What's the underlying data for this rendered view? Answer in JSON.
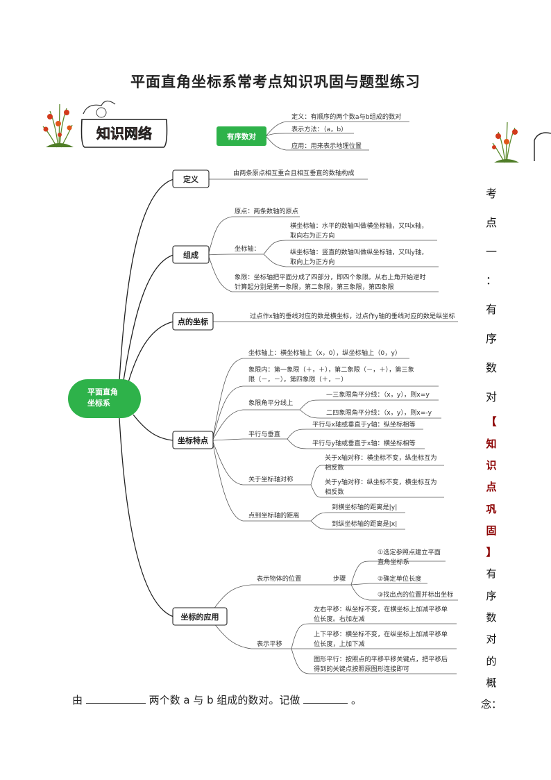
{
  "page_title": "平面直角坐标系常考点知识巩固与题型练习",
  "badge": {
    "label": "知识网络"
  },
  "mindmap": {
    "center": [
      "平面直角",
      "坐标系"
    ],
    "top": {
      "label": "有序数对",
      "items": [
        "定义：有顺序的两个数a与b组成的数对",
        "表示方法：（a，b）",
        "应用：用来表示地理位置"
      ]
    },
    "definition": {
      "label": "定义",
      "text": "由两条原点相互重合且相互垂直的数轴构成"
    },
    "composition": {
      "label": "组成",
      "origin": "原点：两条数轴的原点",
      "axis_label": "坐标轴：",
      "x_axis": [
        "横坐标轴：水平的数轴叫做横坐标轴，又叫x轴，",
        "取向右为正方向"
      ],
      "y_axis": [
        "纵坐标轴：竖直的数轴叫做纵坐标轴，又叫y轴，",
        "取向上为正方向"
      ],
      "quadrant": [
        "象限：坐标轴把平面分成了四部分，即四个象限。从右上角开始逆时",
        "针算起分别是第一象限，第二象限，第三象限，第四象限"
      ]
    },
    "point_coord": {
      "label": "点的坐标",
      "text": "过点作x轴的垂线对应的数是横坐标，过点作y轴的垂线对应的数是纵坐标"
    },
    "features": {
      "label": "坐标特点",
      "on_axis": "坐标轴上：横坐标轴上（x，0），纵坐标轴上（0，y）",
      "in_quadrant": [
        "象限内：第一象限（＋，＋），第二象限（－，＋），第三象",
        "限（－，－），第四象限（＋，－）"
      ],
      "bisector_label": "象限角平分线上",
      "bisector_1": "一三象限角平分线：（x，y），则x=y",
      "bisector_2": "二四象限角平分线：（x，y），则x=-y",
      "parallel_label": "平行与垂直",
      "parallel_1": "平行与x轴或垂直于y轴：纵坐标相等",
      "parallel_2": "平行与y轴或垂直于x轴：横坐标相等",
      "sym_label": "关于坐标轴对称",
      "sym_x": [
        "关于x轴对称：横坐标不变，纵坐标互为",
        "相反数"
      ],
      "sym_y": [
        "关于y轴对称：纵坐标不变，横坐标互为",
        "相反数"
      ],
      "dist_label": "点到坐标轴的距离",
      "dist_1": "到横坐标轴的距离是|y|",
      "dist_2": "到纵坐标轴的距离是|x|"
    },
    "application": {
      "label": "坐标的应用",
      "position_label": "表示物体的位置",
      "steps_label": "步骤",
      "step_1": [
        "①选定参照点建立平面",
        "直角坐标系"
      ],
      "step_2": "②确定单位长度",
      "step_3": "③找出点的位置并标出坐标",
      "translate_label": "表示平移",
      "left_right": [
        "左右平移：纵坐标不变，在横坐标上加减平移单",
        "位长度。右加左减"
      ],
      "up_down": [
        "上下平移：横坐标不变，在纵坐标上加减平移单",
        "位长度，上加下减"
      ],
      "shape": [
        "图形平行：按照点的平移平移关键点，把平移后",
        "得到的关键点按照原图形连接即可"
      ]
    }
  },
  "side_column": {
    "heading": [
      "考",
      "点",
      "一",
      "：",
      "有",
      "序",
      "数",
      "对"
    ],
    "tag": [
      "【",
      "知",
      "识",
      "点",
      "巩",
      "固",
      "】"
    ],
    "tail": [
      "有",
      "序",
      "数",
      "对",
      "的",
      "概",
      "念："
    ]
  },
  "bottom_line": {
    "prefix": "由",
    "middle": "两个数 a 与 b 组成的数对。记做",
    "suffix": "。"
  }
}
